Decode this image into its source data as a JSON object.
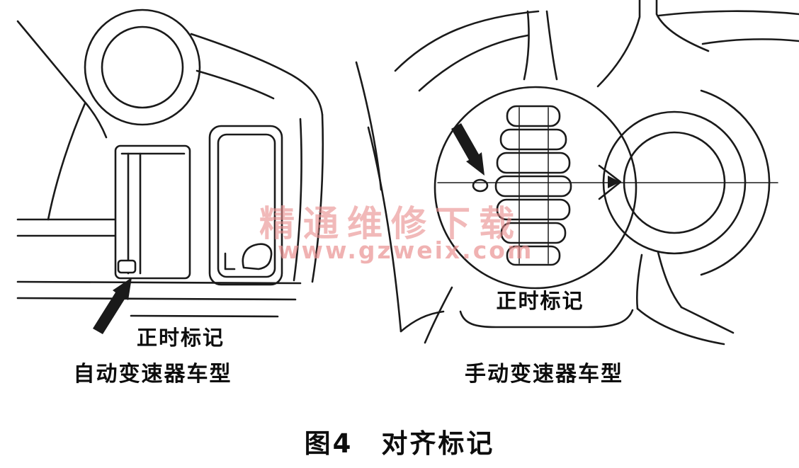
{
  "figure": {
    "caption": "图4　对齐标记"
  },
  "left_diagram": {
    "timing_mark_label": "正时标记",
    "caption": "自动变速器车型"
  },
  "right_diagram": {
    "timing_mark_label": "正时标记",
    "caption": "手动变速器车型"
  },
  "watermark": {
    "line1": "精通维修下载",
    "line2": "www.gzweix.com",
    "color": "#e98f8f"
  },
  "colors": {
    "line": "#1a1a1a",
    "background": "#ffffff"
  }
}
